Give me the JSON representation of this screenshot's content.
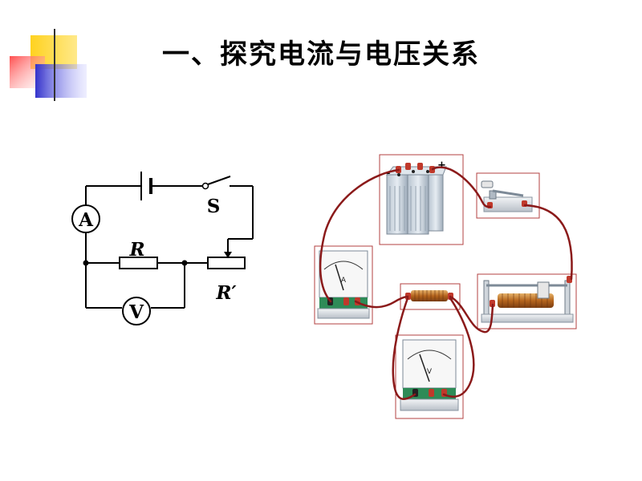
{
  "slide": {
    "title": "一、探究电流与电压关系"
  },
  "schematic": {
    "ammeter_label": "A",
    "voltmeter_label": "V",
    "switch_label": "S",
    "resistor_label": "R",
    "rheostat_label": "R′"
  },
  "photo": {
    "battery_neg": "-",
    "battery_pos": "+",
    "ammeter_face": "A",
    "voltmeter_face": "V"
  },
  "colors": {
    "deco_yellow": "#ffd21f",
    "deco_red": "#ff5555",
    "deco_blue": "#3333cc",
    "wire_photo": "#8b1a1a",
    "frame": "#b34040"
  }
}
